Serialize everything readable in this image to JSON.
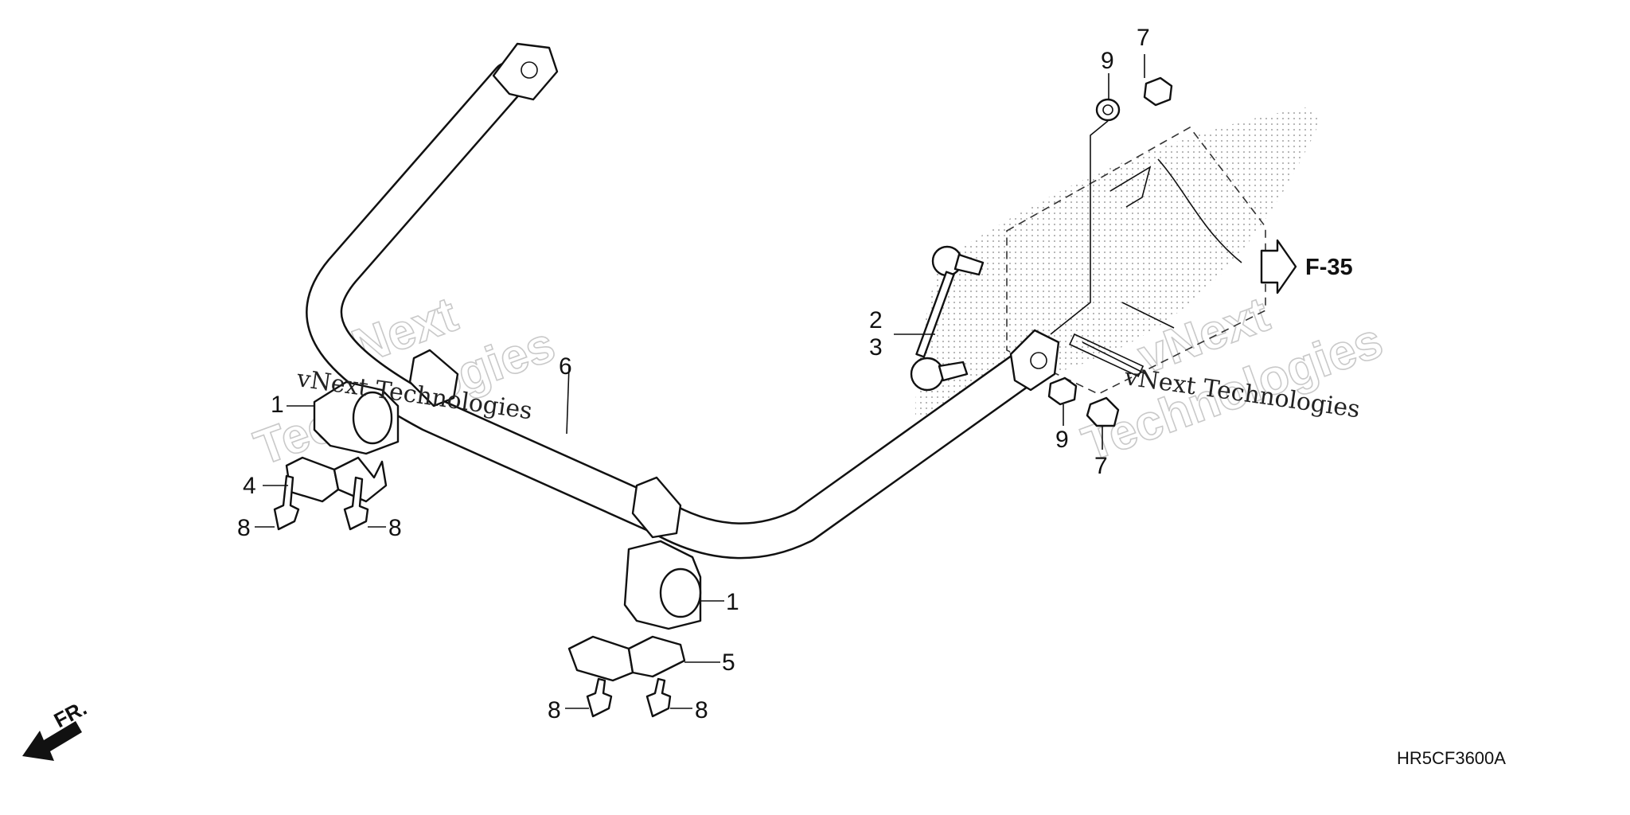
{
  "diagram": {
    "drawing_code": "HR5CF3600A",
    "reference": {
      "label": "F-35"
    },
    "direction_label": "FR.",
    "watermark": {
      "line1": "vNext",
      "line2": "Technologies",
      "caption": "vNext Technologies"
    },
    "callouts": {
      "bushing_left": "1",
      "bushing_right": "1",
      "link_upper": "2",
      "link_lower": "3",
      "holder_left": "4",
      "holder_right": "5",
      "stabilizer_bar": "6",
      "nut_top": "7",
      "nut_bottom": "7",
      "bolt_left_a": "8",
      "bolt_left_b": "8",
      "bolt_right_a": "8",
      "bolt_right_b": "8",
      "washer_top": "9",
      "washer_bottom": "9"
    },
    "colors": {
      "line": "#111111",
      "stipple": "#888888",
      "watermark": "#c9c9c9"
    }
  }
}
